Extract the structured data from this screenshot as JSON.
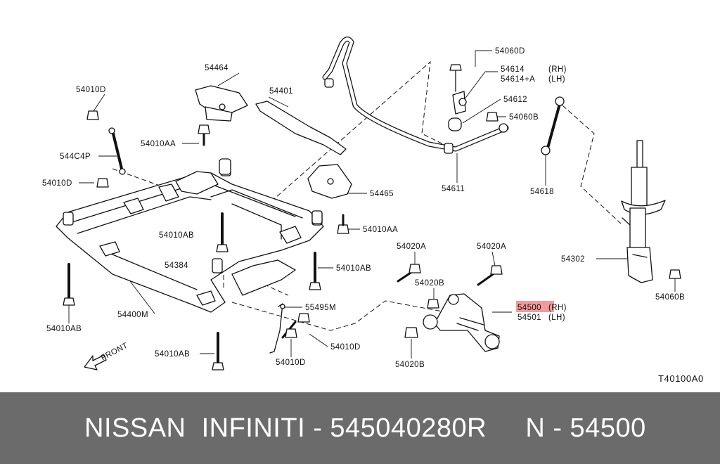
{
  "diagram": {
    "code": "T40100A0",
    "front_label": "FRONT",
    "labels": {
      "l54060D": "54060D",
      "l54614": "54614",
      "l54614_rh": "(RH)",
      "l54614A": "54614+A",
      "l54614A_lh": "(LH)",
      "l54612": "54612",
      "l54060B_link": "54060B",
      "l54611": "54611",
      "l54618": "54618",
      "l54464": "54464",
      "l54401": "54401",
      "l54010D_top": "54010D",
      "l544C4P": "544C4P",
      "l54010D_left": "54010D",
      "l54010AA_top": "54010AA",
      "l54465": "54465",
      "l54010AA_right": "54010AA",
      "l54010AB_mid": "54010AB",
      "l54384": "54384",
      "l54010AB_right": "54010AB",
      "l54400M": "54400M",
      "l54010AB_left": "54010AB",
      "l55495M": "55495M",
      "l54010D_bolt": "54010D",
      "l54010D_bottom": "54010D",
      "l54010AB_bottom": "54010AB",
      "l54020A_left": "54020A",
      "l54020A_right": "54020A",
      "l54020B_mid": "54020B",
      "l54500": "54500",
      "l54500_rh": "(RH)",
      "l54501": "54501",
      "l54501_lh": "(LH)",
      "l54020B_bottom": "54020B",
      "l54302": "54302",
      "l54060B_strut": "54060B"
    },
    "highlight_color": "#f08a8a"
  },
  "footer": {
    "text": "NISSAN  INFINITI - 545040280R     N - 54500",
    "background": "#6b6b6b",
    "text_color": "#ffffff"
  }
}
